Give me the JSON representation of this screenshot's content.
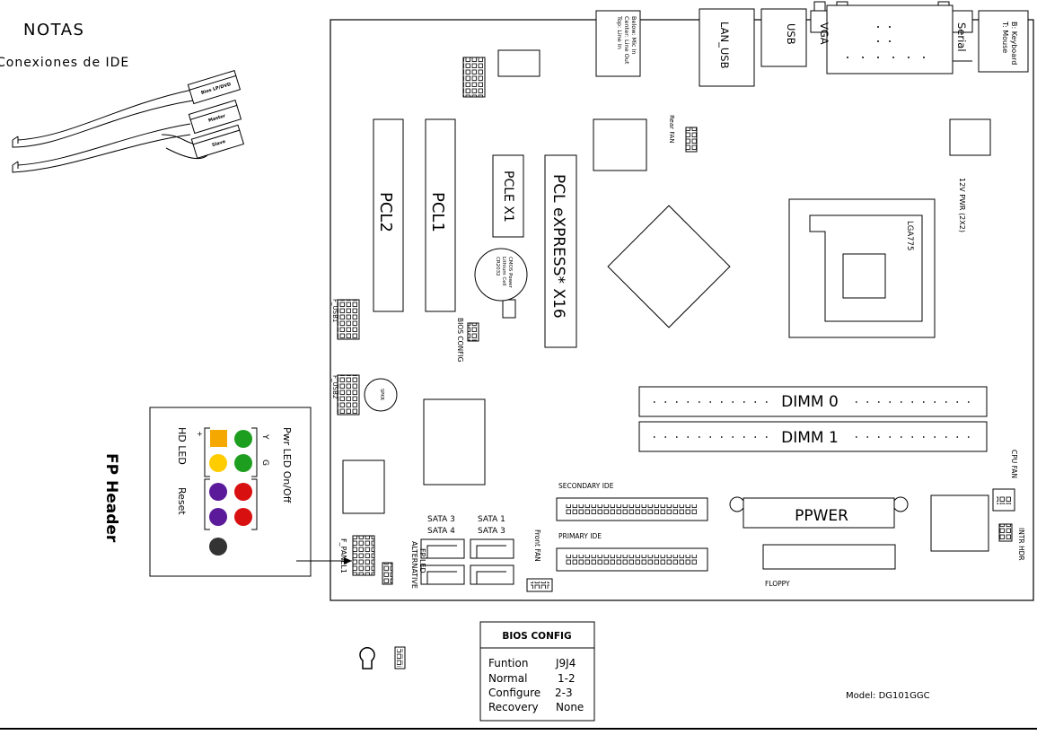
{
  "notes": {
    "title": "NOTAS",
    "subtitle": "Conexiones de IDE",
    "cable_labels": [
      "Bios LP/DVD",
      "Master",
      "Slave"
    ]
  },
  "board": {
    "pci2": "PCL2",
    "pci1": "PCL1",
    "pcie_x1": "PCLE X1",
    "pcie_x16": "PCL eXPRESS* X16",
    "battery": [
      "CR2032",
      "Lithium Cell",
      "CMOS Power"
    ],
    "speaker": "SPKR",
    "f_usb1": "F_USB1",
    "f_usb2": "F_USB2",
    "bios_config": "BIOS CONFIG",
    "rear_fan": "Rear FAN",
    "audio": [
      "Top: Line In",
      "Center: Line Out",
      "Below: Mic In"
    ],
    "lan_usb": "LAN_USB",
    "usb": "USB",
    "vga": "VGA",
    "serial": "Serial",
    "ps2": [
      "T: Mouse",
      "B: Keyboard"
    ],
    "power_12v": "12V PWR (2X2)",
    "cpu_socket": "LGA775",
    "dimm0": "DIMM 0",
    "dimm1": "DIMM 1",
    "cpu_fan": "CPU FAN",
    "intr_hdr": "INTR HDR",
    "secondary_ide": "SECONDARY IDE",
    "primary_ide": "PRIMARY IDE",
    "power": "PPWER",
    "floppy": "FLOPPY",
    "front_fan": "Front FAN",
    "sata_left": [
      "SATA 3",
      "SATA 4"
    ],
    "sata_right": [
      "SATA 1",
      "SATA 3"
    ],
    "alt_fp_led": [
      "ALTERNATIVE",
      "FP LED"
    ],
    "f_panel1": "F_PANEL1"
  },
  "fp_header": {
    "title": "FP Header",
    "plus": "+",
    "pwr_led": "Pwr LED On/Off",
    "hd_led": "HD LED",
    "reset": "Reset",
    "y": "Y",
    "g": "G",
    "colors": {
      "orange": "#f5a800",
      "yellow": "#ffcc00",
      "green": "#1e9e1e",
      "purple": "#5a1a9a",
      "red": "#d81010",
      "black": "#333333"
    }
  },
  "bios_table": {
    "title": "BIOS CONFIG",
    "rows": [
      {
        "label": "Funtion",
        "value": "J9J4"
      },
      {
        "label": "Normal",
        "value": "1-2"
      },
      {
        "label": "Configure",
        "value": "2-3"
      },
      {
        "label": "Recovery",
        "value": "None"
      }
    ]
  },
  "model": "Model: DG101GGC"
}
